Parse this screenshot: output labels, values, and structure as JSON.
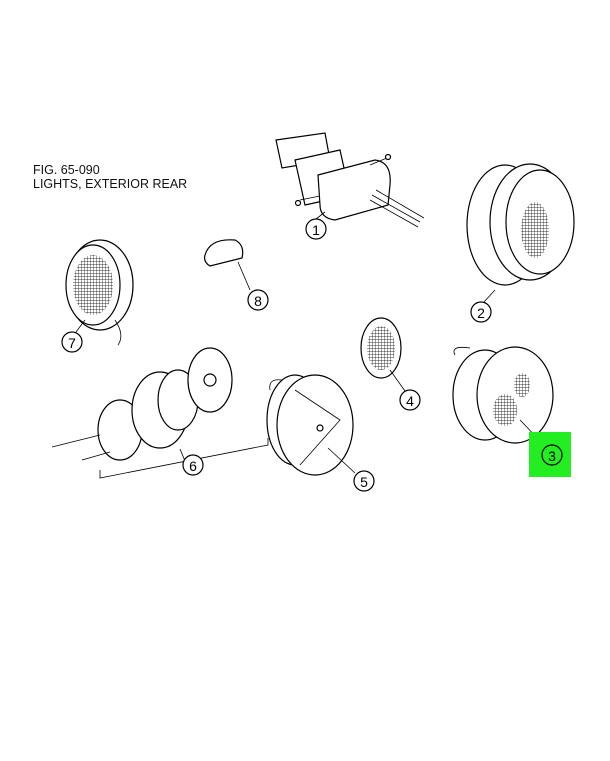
{
  "figure": {
    "number": "FIG. 65-090",
    "title": "LIGHTS, EXTERIOR REAR"
  },
  "callouts": [
    {
      "label": "1",
      "highlighted": false
    },
    {
      "label": "2",
      "highlighted": false
    },
    {
      "label": "3",
      "highlighted": true
    },
    {
      "label": "4",
      "highlighted": false
    },
    {
      "label": "5",
      "highlighted": false
    },
    {
      "label": "6",
      "highlighted": false
    },
    {
      "label": "7",
      "highlighted": false
    },
    {
      "label": "8",
      "highlighted": false
    }
  ],
  "colors": {
    "highlight": "#22ee22",
    "line": "#000000"
  }
}
